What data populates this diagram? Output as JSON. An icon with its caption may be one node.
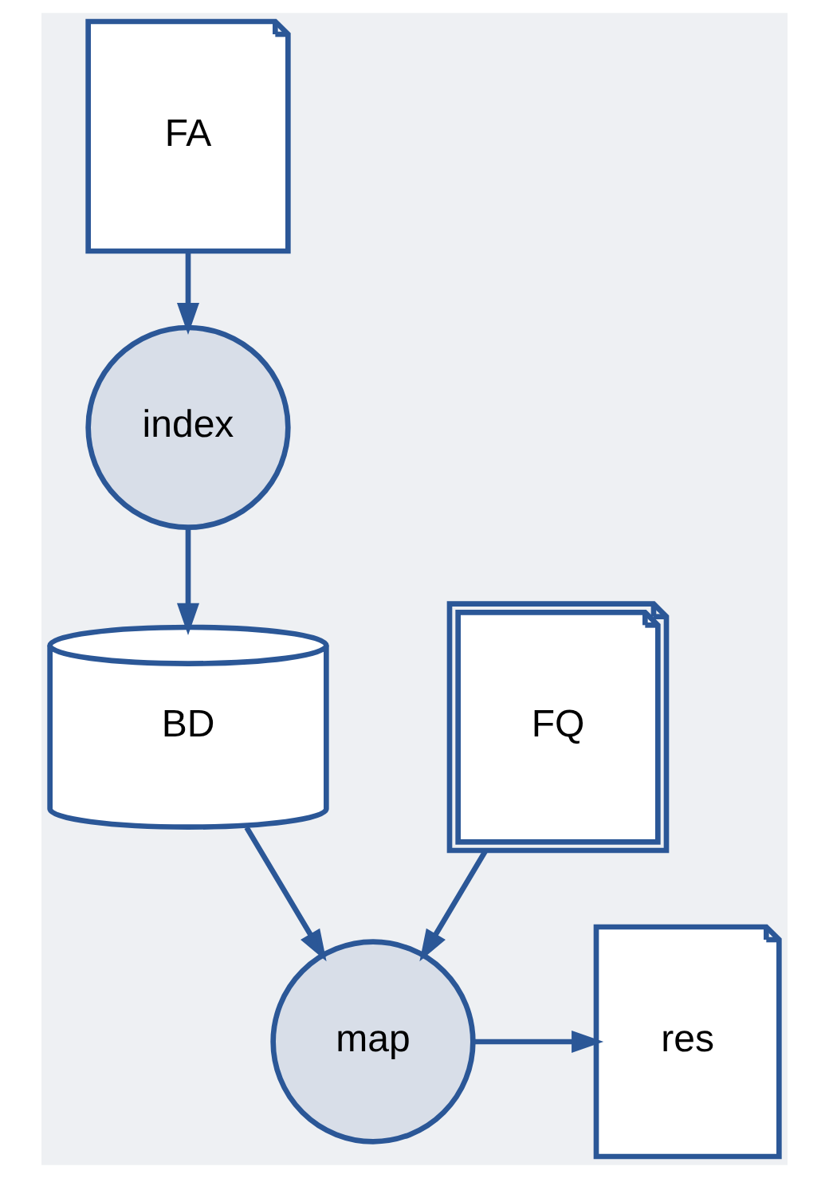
{
  "diagram": {
    "nodes": [
      {
        "text": [
          "FA"
        ]
      },
      {
        "text": [
          "index"
        ]
      },
      {
        "text": [
          "BD"
        ]
      },
      {
        "text": [
          "FQ"
        ]
      },
      {
        "text": [
          "map"
        ]
      },
      {
        "text": [
          "res"
        ]
      }
    ],
    "edges": [
      {
        "from": 0,
        "to": 1,
        "arrow": "to"
      },
      {
        "from": 1,
        "to": 2,
        "arrow": "to"
      },
      {
        "from": 3,
        "to": 4,
        "arrow": "to"
      },
      {
        "from": 2,
        "to": 4,
        "arrow": "to"
      },
      {
        "from": 4,
        "to": 5,
        "arrow": "to"
      }
    ]
  }
}
